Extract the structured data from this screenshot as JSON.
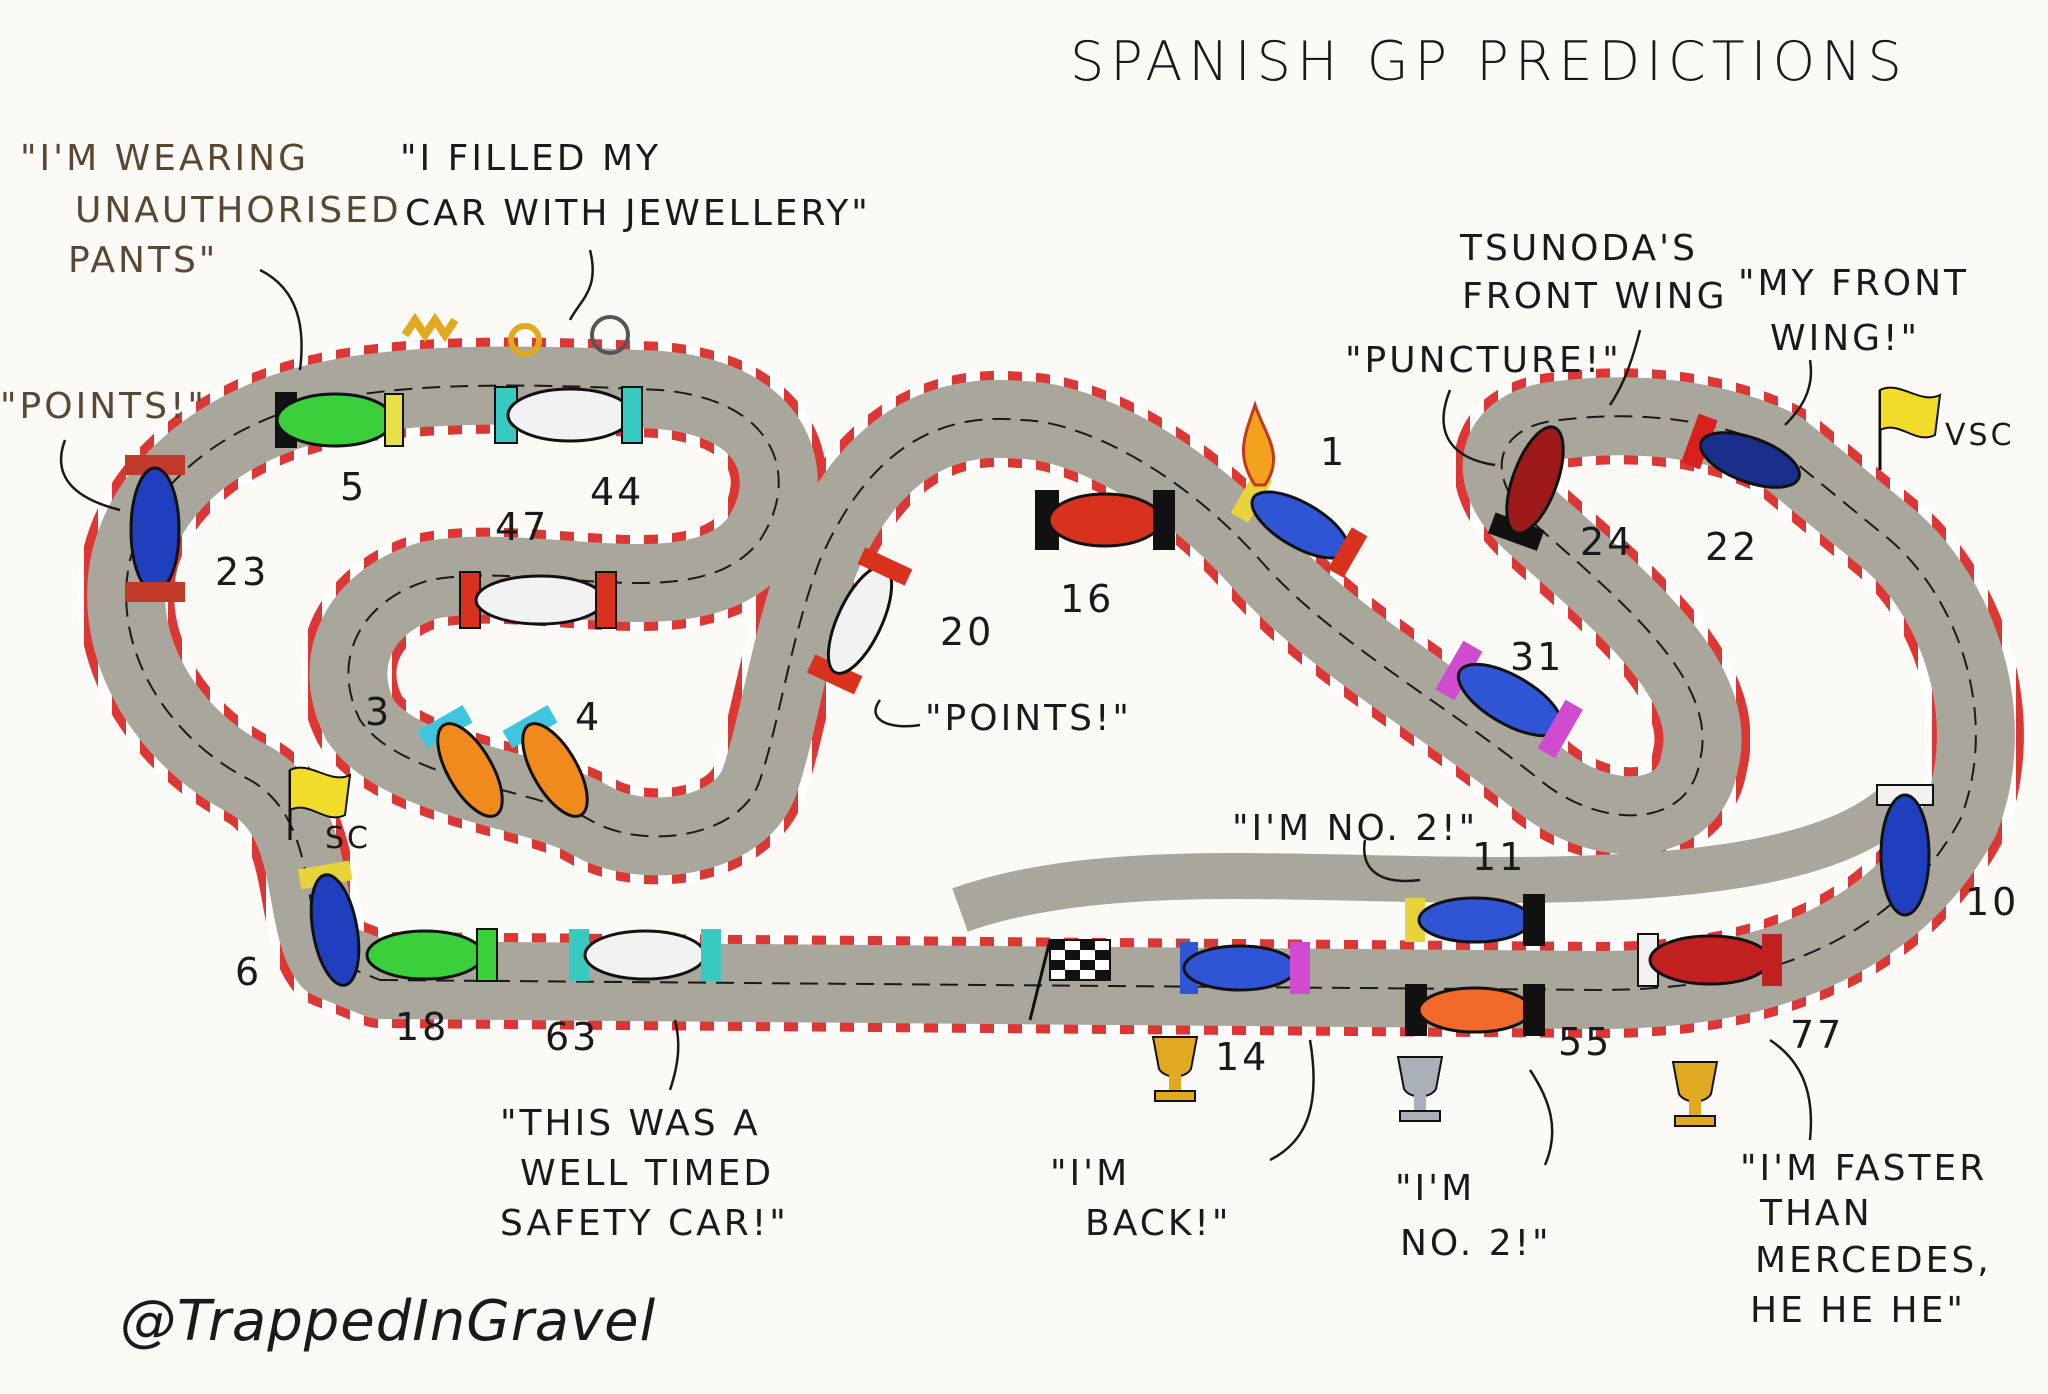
{
  "title": "SPANISH GP PREDICTIONS",
  "signature": "@TrappedInGravel",
  "quotes": {
    "unauthorised_pants": [
      "\"I'M WEARING",
      "UNAUTHORISED",
      "PANTS\""
    ],
    "jewellery": [
      "\"I FILLED MY",
      "CAR WITH JEWELLERY\""
    ],
    "points_left": "\"POINTS!\"",
    "points_mid": "\"POINTS!\"",
    "tsunoda_wing": [
      "TSUNODA'S",
      "FRONT WING"
    ],
    "puncture": "\"PUNCTURE!\"",
    "my_front_wing": [
      "\"MY FRONT",
      "WING!\""
    ],
    "im_no2_top": "\"I'M NO. 2!\"",
    "safety_car": [
      "\"THIS WAS A",
      "WELL TIMED",
      "SAFETY CAR!\""
    ],
    "im_back": [
      "\"I'M",
      "BACK!\""
    ],
    "im_no2_bottom": [
      "\"I'M",
      "NO. 2!\""
    ],
    "faster_than_mercedes": [
      "\"I'M FASTER",
      "THAN",
      "MERCEDES,",
      "HE HE HE\""
    ]
  },
  "flags": {
    "sc": "SC",
    "vsc": "VSC"
  },
  "cars": [
    {
      "number": "5",
      "color": "#3ccf3c",
      "accent": "#e6e04a"
    },
    {
      "number": "44",
      "color": "#f2f2f2",
      "accent": "#38c9c0"
    },
    {
      "number": "23",
      "color": "#1f3fbf",
      "accent": "#c0392b"
    },
    {
      "number": "47",
      "color": "#f2f2f2",
      "accent": "#d8321f"
    },
    {
      "number": "3",
      "color": "#f08a1c",
      "accent": "#3ec6e0"
    },
    {
      "number": "4",
      "color": "#f08a1c",
      "accent": "#3ec6e0"
    },
    {
      "number": "20",
      "color": "#f2f2f2",
      "accent": "#d8321f"
    },
    {
      "number": "16",
      "color": "#d8321f",
      "accent": "#111111"
    },
    {
      "number": "1",
      "color": "#2f55d4",
      "accent": "#e8d43a"
    },
    {
      "number": "24",
      "color": "#9e1a1a",
      "accent": "#111111"
    },
    {
      "number": "22",
      "color": "#1a2f8c",
      "accent": "#f2f2f2"
    },
    {
      "number": "31",
      "color": "#2f55d4",
      "accent": "#d04bd0"
    },
    {
      "number": "10",
      "color": "#1f3fbf",
      "accent": "#f2f2f2"
    },
    {
      "number": "6",
      "color": "#1f3fbf",
      "accent": "#e8d43a"
    },
    {
      "number": "18",
      "color": "#3ccf3c",
      "accent": "#111111"
    },
    {
      "number": "63",
      "color": "#f2f2f2",
      "accent": "#38c9c0"
    },
    {
      "number": "14",
      "color": "#2f55d4",
      "accent": "#d04bd0"
    },
    {
      "number": "11",
      "color": "#2f55d4",
      "accent": "#e8d43a"
    },
    {
      "number": "55",
      "color": "#f06a2a",
      "accent": "#111111"
    },
    {
      "number": "77",
      "color": "#c0211f",
      "accent": "#f2f2f2"
    }
  ],
  "colors": {
    "track": "#a9a69b",
    "kerb_red": "#d8211f",
    "ink": "#1a1a1a",
    "flag_yellow": "#f2dc2a",
    "trophy_gold": "#e0a91f",
    "trophy_silver": "#a9b0b8"
  }
}
